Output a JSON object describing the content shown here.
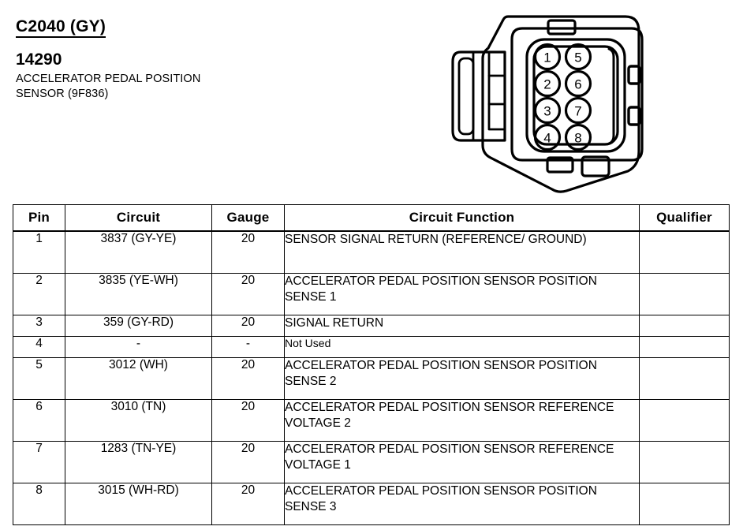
{
  "header": {
    "connector_id": "C2040 (GY)",
    "part_number": "14290",
    "component_description_line1": "ACCELERATOR PEDAL POSITION",
    "component_description_line2": "SENSOR (9F836)"
  },
  "connector": {
    "name": "8-way connector face view",
    "pin_count": 8,
    "left_column_pins": [
      "1",
      "2",
      "3",
      "4"
    ],
    "right_column_pins": [
      "5",
      "6",
      "7",
      "8"
    ],
    "pin_labels": [
      "1",
      "2",
      "3",
      "4",
      "5",
      "6",
      "7",
      "8"
    ]
  },
  "table": {
    "headers": [
      "Pin",
      "Circuit",
      "Gauge",
      "Circuit Function",
      "Qualifier"
    ],
    "rows": [
      {
        "pin": "1",
        "circuit": "3837 (GY-YE)",
        "gauge": "20",
        "function": "SENSOR SIGNAL RETURN (REFERENCE/ GROUND)",
        "qualifier": "",
        "height": "tall",
        "style": "upper"
      },
      {
        "pin": "2",
        "circuit": "3835 (YE-WH)",
        "gauge": "20",
        "function": "ACCELERATOR PEDAL POSITION SENSOR POSITION SENSE 1",
        "qualifier": "",
        "height": "tall",
        "style": "upper"
      },
      {
        "pin": "3",
        "circuit": "359 (GY-RD)",
        "gauge": "20",
        "function": "SIGNAL RETURN",
        "qualifier": "",
        "height": "short",
        "style": "upper"
      },
      {
        "pin": "4",
        "circuit": "-",
        "gauge": "-",
        "function": "Not Used",
        "qualifier": "",
        "height": "short",
        "style": "mixed"
      },
      {
        "pin": "5",
        "circuit": "3012 (WH)",
        "gauge": "20",
        "function": "ACCELERATOR PEDAL POSITION SENSOR POSITION SENSE 2",
        "qualifier": "",
        "height": "tall",
        "style": "upper"
      },
      {
        "pin": "6",
        "circuit": "3010 (TN)",
        "gauge": "20",
        "function": "ACCELERATOR PEDAL POSITION SENSOR REFERENCE VOLTAGE 2",
        "qualifier": "",
        "height": "tall",
        "style": "upper"
      },
      {
        "pin": "7",
        "circuit": "1283 (TN-YE)",
        "gauge": "20",
        "function": "ACCELERATOR PEDAL POSITION SENSOR REFERENCE VOLTAGE 1",
        "qualifier": "",
        "height": "tall",
        "style": "upper"
      },
      {
        "pin": "8",
        "circuit": "3015 (WH-RD)",
        "gauge": "20",
        "function": "ACCELERATOR PEDAL POSITION SENSOR POSITION SENSE 3",
        "qualifier": "",
        "height": "tall",
        "style": "upper"
      }
    ]
  },
  "colors": {
    "ink": "#000000",
    "paper": "#ffffff"
  }
}
